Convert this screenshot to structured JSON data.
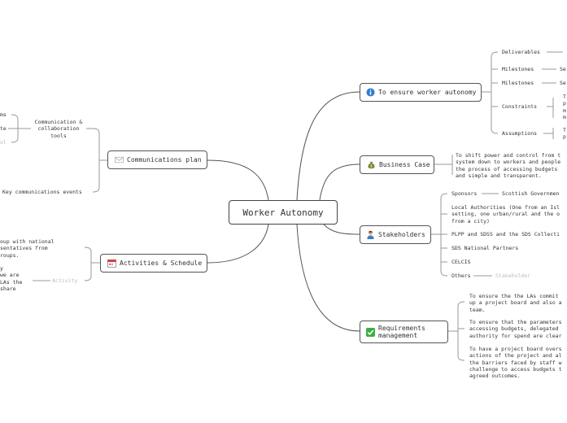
{
  "central": "Worker Autonomy",
  "branches": {
    "objective": {
      "label": "To ensure worker autonomy",
      "icon": "info-icon"
    },
    "business_case": {
      "label": "Business Case",
      "icon": "money-bag-icon",
      "text": [
        "To shift power and control from t",
        "system down to workers and people",
        "the process of accessing budgets",
        "and simple and transparent."
      ]
    },
    "stakeholders": {
      "label": "Stakeholders",
      "icon": "person-icon"
    },
    "requirements": {
      "label1": "Requirements",
      "label2": "management",
      "icon": "checkmark-icon"
    },
    "communications": {
      "label": "Communications plan",
      "icon": "envelope-icon"
    },
    "activities": {
      "label": "Activities & Schedule",
      "icon": "calendar-icon"
    }
  },
  "objective_items": {
    "deliverables": "Deliverables",
    "milestones_1": "Milestones",
    "milestones_1_value": "Se",
    "milestones_2": "Milestones",
    "milestones_2_value": "Se",
    "constraints": "Constraints",
    "constraints_text": [
      "T",
      "p",
      "m",
      "m"
    ],
    "assumptions": "Assumptions",
    "assumptions_text": [
      "T",
      "p"
    ]
  },
  "stakeholder_items": {
    "sponsors": "Sponsors",
    "sponsors_value": "Scottish Governmen",
    "local_authorities": [
      "Local Authorities (One from an Isl",
      "setting, one urban/rural and the o",
      "from a city)"
    ],
    "plpp": "PLPP and SDSS and the SDS Collecti",
    "sds": "SDS National Partners",
    "celcis": "CELCIS",
    "others": "Others",
    "others_value": "Stakeholder"
  },
  "requirement_items": {
    "r1": [
      "To ensure the the LAs commit",
      "up a project board and also a",
      "team."
    ],
    "r2": [
      "To ensure that the parameters",
      "accessing budgets, delegated",
      "authority for spend are clear"
    ],
    "r3": [
      "To have a project board overs",
      "actions of the project and al",
      "the barriers faced by staff w",
      "challenge to access budgets t",
      "agreed outcomes."
    ]
  },
  "communication_items": {
    "tools": [
      "Communication &",
      "collaboration",
      "tools"
    ],
    "tools_sub1": "ms",
    "tools_sub2": "te",
    "tools_sub3": "ol",
    "events": "Key communications events"
  },
  "activity_items": {
    "text": [
      "oup with national",
      "sentatives from",
      "roups.",
      "",
      "y",
      " we are",
      " LAs the",
      "share"
    ],
    "activity": "Activity"
  },
  "colors": {
    "line": "#555555",
    "thin_line": "#9a9a9a",
    "muted": "#bbbbbb"
  }
}
